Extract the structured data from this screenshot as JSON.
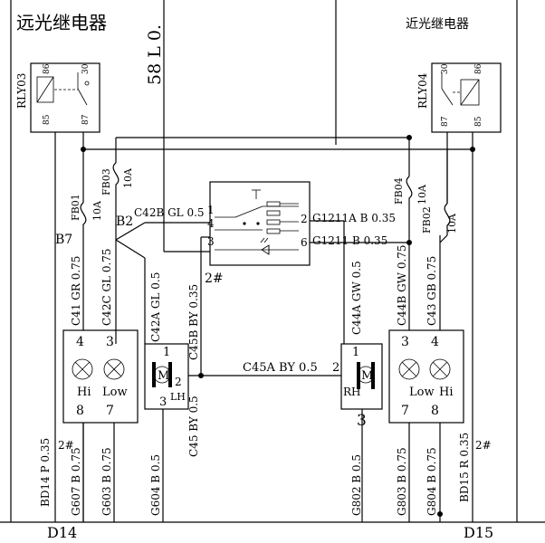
{
  "relays": {
    "high": {
      "title": "远光继电器",
      "id": "RLY03",
      "pins": [
        "86",
        "30",
        "85",
        "87"
      ]
    },
    "low": {
      "title": "近光继电器",
      "id": "RLY04",
      "pins": [
        "30",
        "86",
        "87",
        "85"
      ]
    }
  },
  "top_wire": "58 L 0.",
  "fuses": {
    "fb03": {
      "id": "FB03",
      "rating": "10A"
    },
    "fb01": {
      "id": "FB01",
      "rating": "10A"
    },
    "fb04": {
      "id": "FB04",
      "rating": "10A"
    },
    "fb02": {
      "id": "FB02",
      "rating": "10A"
    }
  },
  "labels": {
    "b2": "B2",
    "b7": "B7",
    "c42b": "C42B GL 0.5",
    "g1211a": "G1211A B 0.35",
    "g1211": "G1211 B 0.35",
    "c45a": "C45A BY 0.5",
    "c45b": "C45B BY 0.35",
    "c45": "C45 BY 0.5",
    "c41": "C41 GR 0.75",
    "c42c": "C42C GL 0.75",
    "c42a": "C42A GL 0.5",
    "c44a": "C44A GW 0.5",
    "c44b": "C44B GW 0.75",
    "c43": "C43 GB 0.75",
    "bd14": "BD14 P 0.35",
    "g607": "G607 B 0.75",
    "g603": "G603 B 0.75",
    "g604": "G604 B 0.5",
    "g802": "G802 B 0.5",
    "g803": "G803 B 0.75",
    "g804": "G804 B 0.75",
    "bd15": "BD15 R 0.35",
    "mark2_top": "2#",
    "mark2_left": "2#",
    "mark2_right": "2#",
    "ground_left": "D14",
    "ground_right": "D15"
  },
  "switch": {
    "pins": [
      "1",
      "4",
      "3",
      "2",
      "6"
    ]
  },
  "lamps_left": {
    "pins": [
      "4",
      "3",
      "8",
      "7"
    ],
    "hi": "Hi",
    "low": "Low"
  },
  "lamps_right": {
    "pins": [
      "3",
      "4",
      "7",
      "8"
    ],
    "hi": "Hi",
    "low": "Low"
  },
  "motor_left": {
    "symbol": "M",
    "pins": [
      "1",
      "2",
      "3"
    ],
    "side": "LH"
  },
  "motor_right": {
    "symbol": "M",
    "pins": [
      "1",
      "2",
      "3"
    ],
    "side": "RH"
  }
}
